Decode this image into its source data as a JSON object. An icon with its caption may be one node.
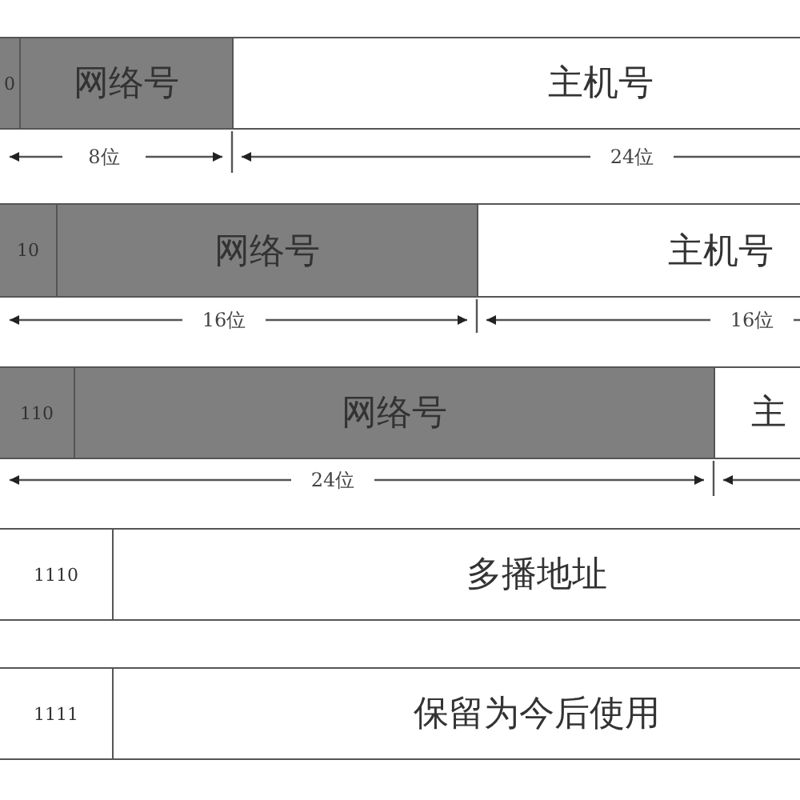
{
  "diagram": {
    "nodes": [
      {
        "text": [
          "0"
        ]
      },
      {
        "text": [
          "网络号"
        ]
      },
      {
        "text": [
          "主机号"
        ]
      },
      {
        "text": [
          "10"
        ]
      },
      {
        "text": [
          "网络号"
        ]
      },
      {
        "text": [
          "主机号"
        ]
      },
      {
        "text": [
          "110"
        ]
      },
      {
        "text": [
          "网络号"
        ]
      },
      {
        "text": [
          "主"
        ]
      },
      {
        "text": [
          "1110"
        ]
      },
      {
        "text": [
          "多播地址"
        ]
      },
      {
        "text": [
          "1111"
        ]
      },
      {
        "text": [
          "保留为今后使用"
        ]
      }
    ],
    "labels": [
      "8位",
      "24位",
      "16位",
      "16位",
      "24位"
    ]
  }
}
